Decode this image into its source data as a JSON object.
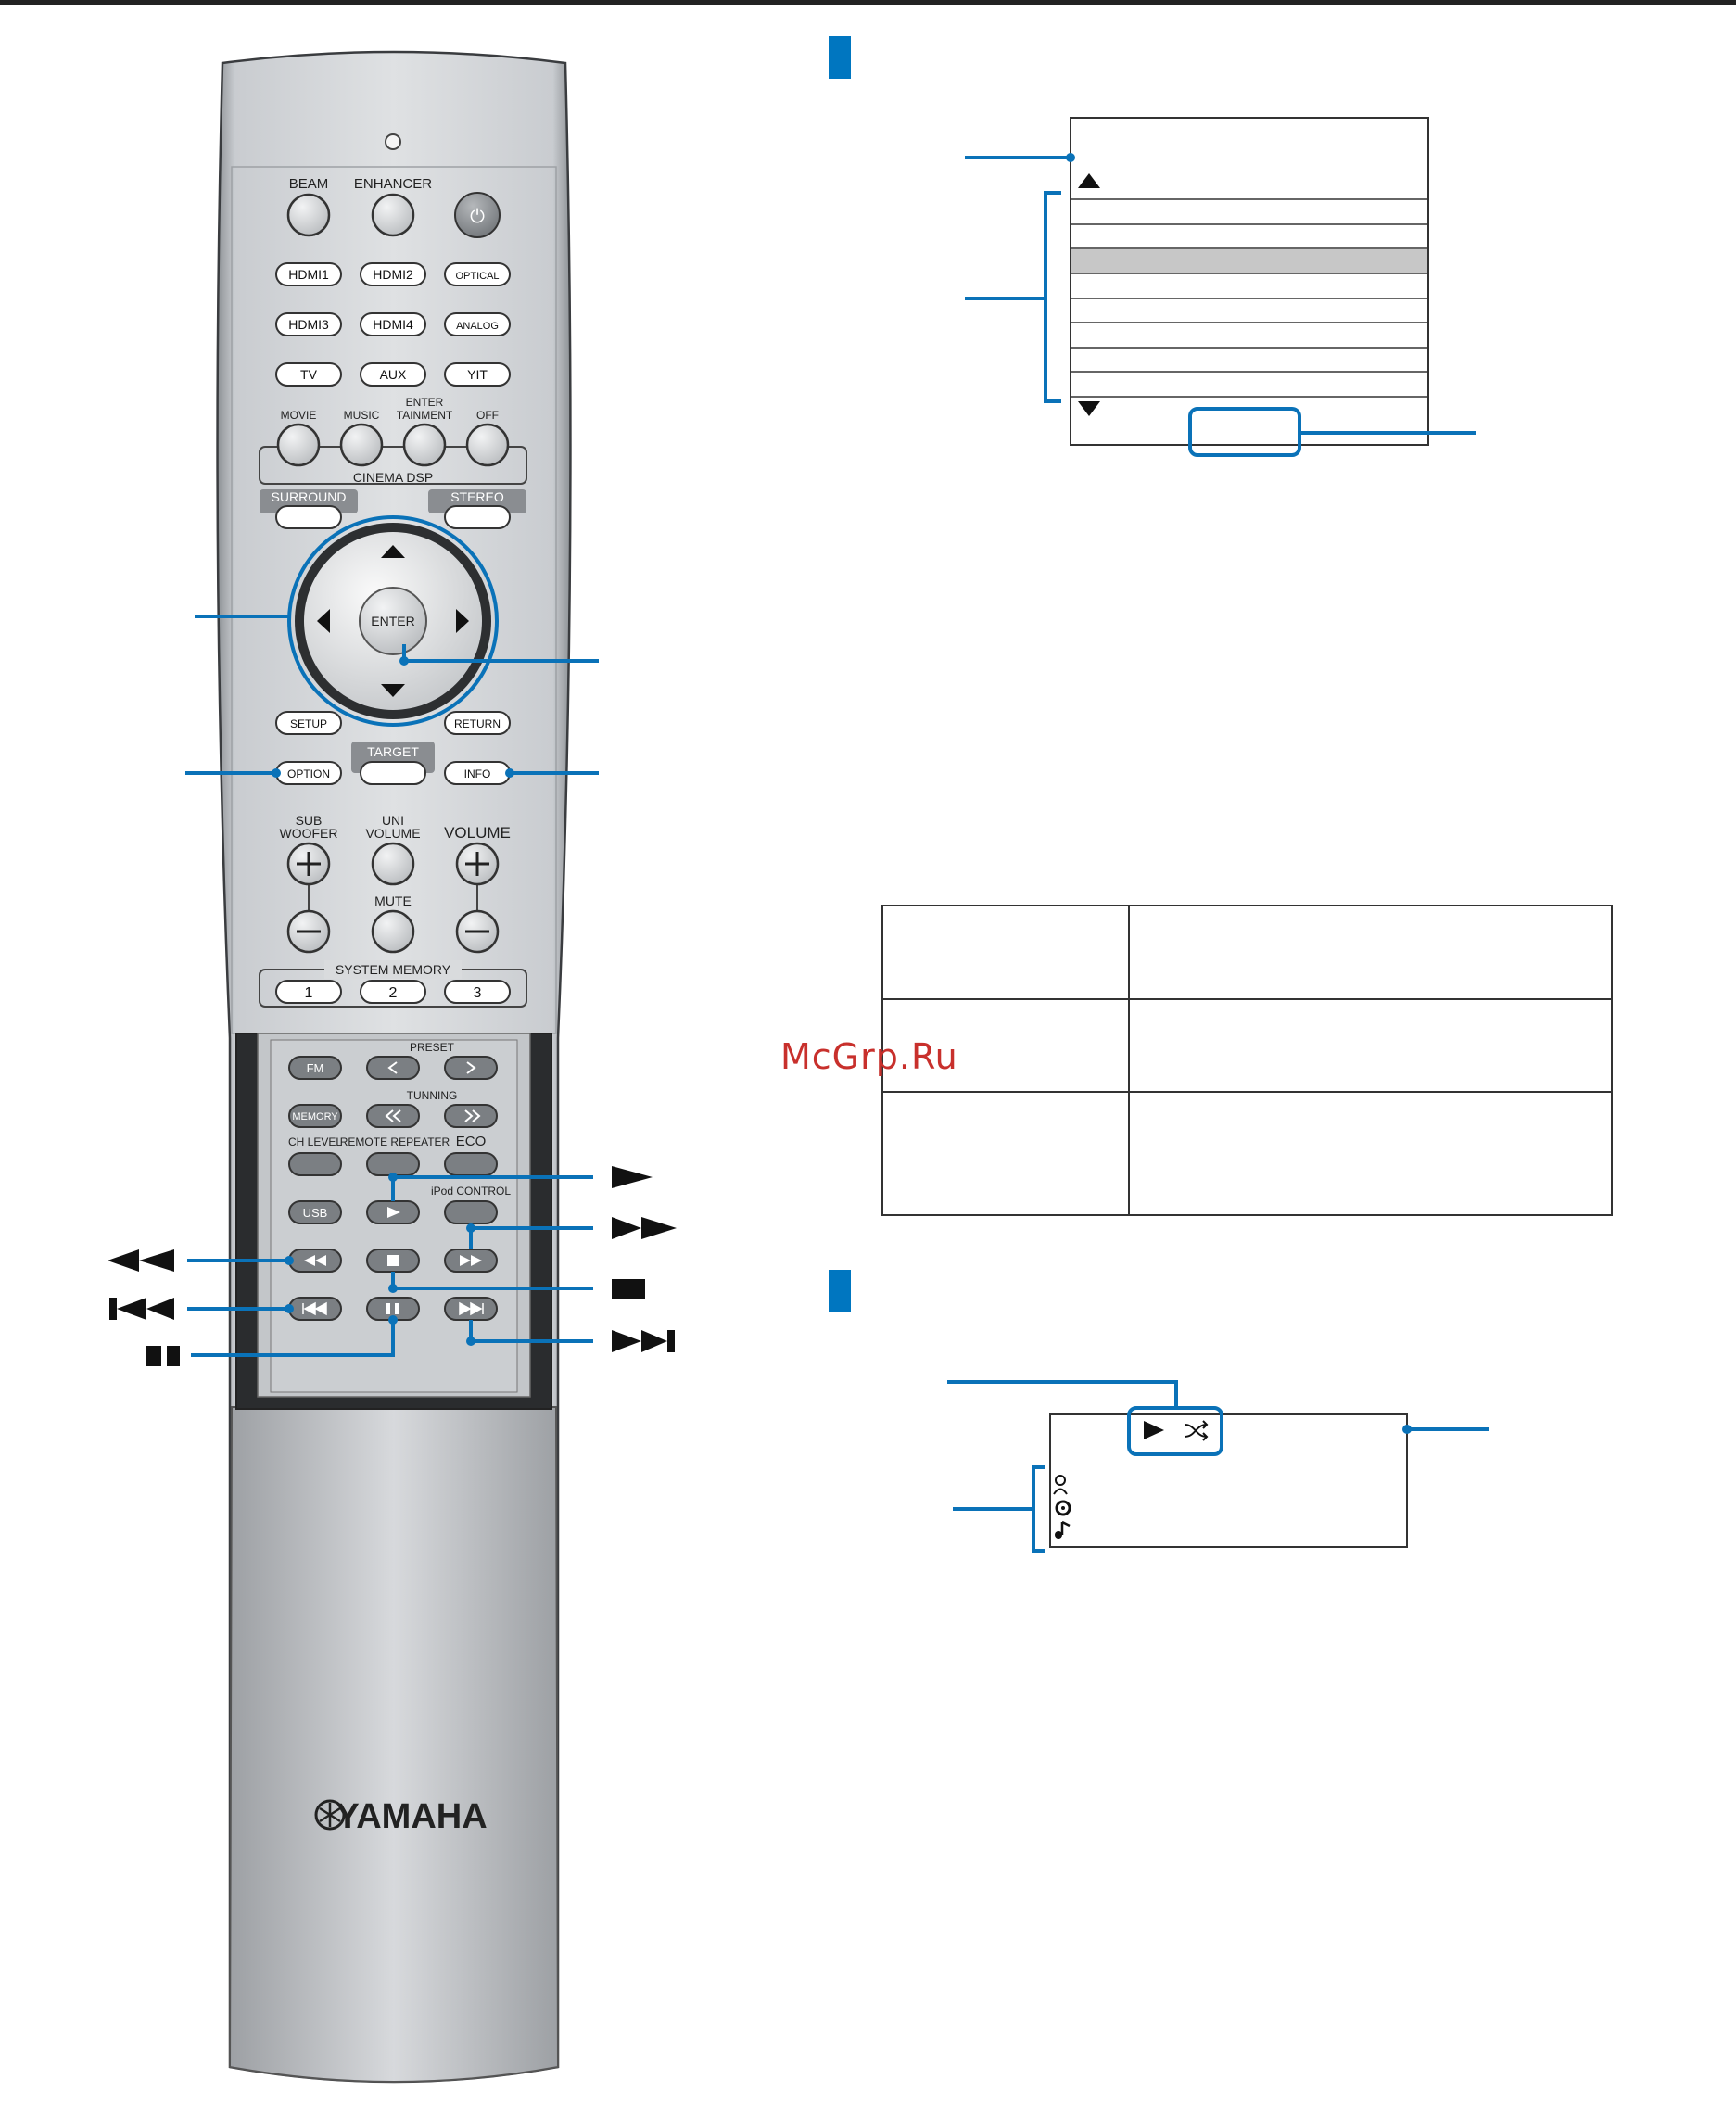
{
  "remote": {
    "buttons": {
      "beam": "BEAM",
      "enhancer": "ENHANCER",
      "power_glyph": "⏻",
      "hdmi1": "HDMI1",
      "hdmi2": "HDMI2",
      "optical": "OPTICAL",
      "hdmi3": "HDMI3",
      "hdmi4": "HDMI4",
      "analog": "ANALOG",
      "tv": "TV",
      "aux": "AUX",
      "yit": "YIT",
      "movie": "MOVIE",
      "music": "MUSIC",
      "enter_line1": "ENTER",
      "enter_line2": "TAINMENT",
      "off": "OFF",
      "surround": "SURROUND",
      "stereo": "STEREO",
      "enter": "ENTER",
      "setup": "SETUP",
      "return": "RETURN",
      "target": "TARGET",
      "option": "OPTION",
      "info": "INFO",
      "mute": "MUTE",
      "mem1": "1",
      "mem2": "2",
      "mem3": "3",
      "fm": "FM",
      "memory": "MEMORY",
      "usb": "USB"
    },
    "labels": {
      "cinema_dsp": "CINEMA DSP",
      "sub_line1": "SUB",
      "sub_line2": "WOOFER",
      "uni_line1": "UNI",
      "uni_line2": "VOLUME",
      "volume": "VOLUME",
      "system_memory": "SYSTEM MEMORY",
      "preset": "PRESET",
      "tunning": "TUNNING",
      "ch_level": "CH LEVEL",
      "remote_repeater": "REMOTE REPEATER",
      "eco": "ECO",
      "ipod_control": "iPod CONTROL",
      "brand": "YAMAHA"
    }
  },
  "watermark": "McGrp.Ru"
}
